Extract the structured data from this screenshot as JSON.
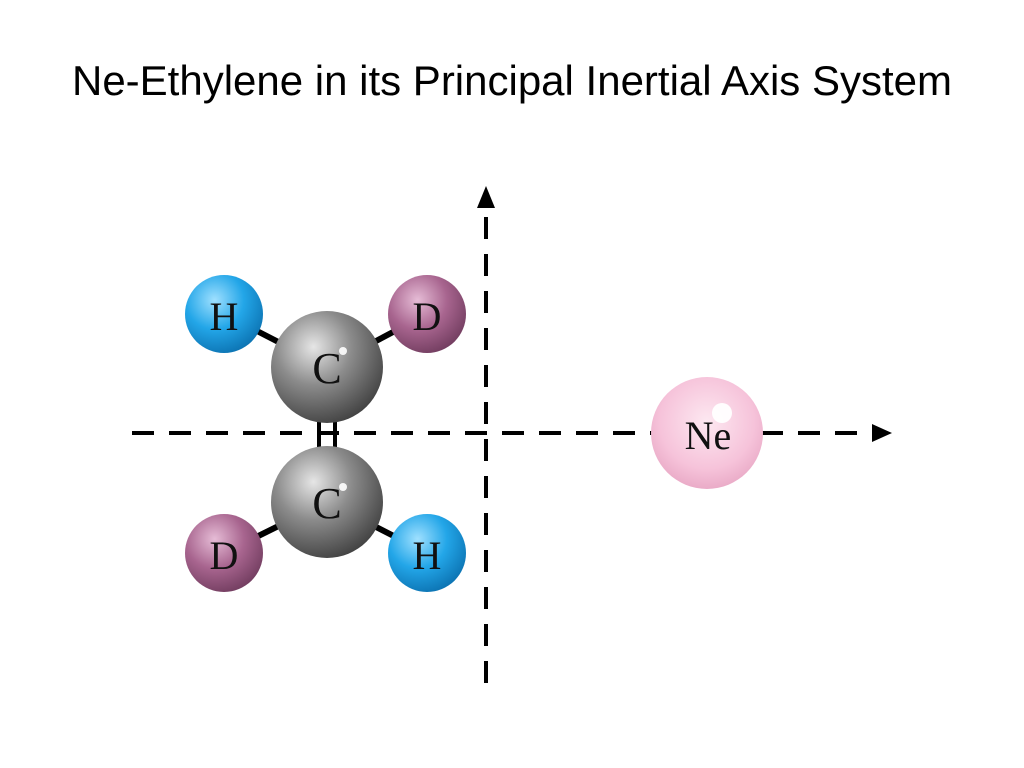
{
  "title": "Ne-Ethylene in its Principal Inertial Axis System",
  "atoms": {
    "carbon_top": "C",
    "carbon_bottom": "C",
    "hydrogen_upper_left": "H",
    "deuterium_upper_right": "D",
    "deuterium_lower_left": "D",
    "hydrogen_lower_right": "H",
    "neon": "Ne"
  },
  "colors": {
    "carbon": "#6f6f6f",
    "hydrogen": "#1e9be0",
    "deuterium": "#9c5a86",
    "neon": "#f4bcd6",
    "axis": "#000000",
    "bond": "#000000"
  }
}
